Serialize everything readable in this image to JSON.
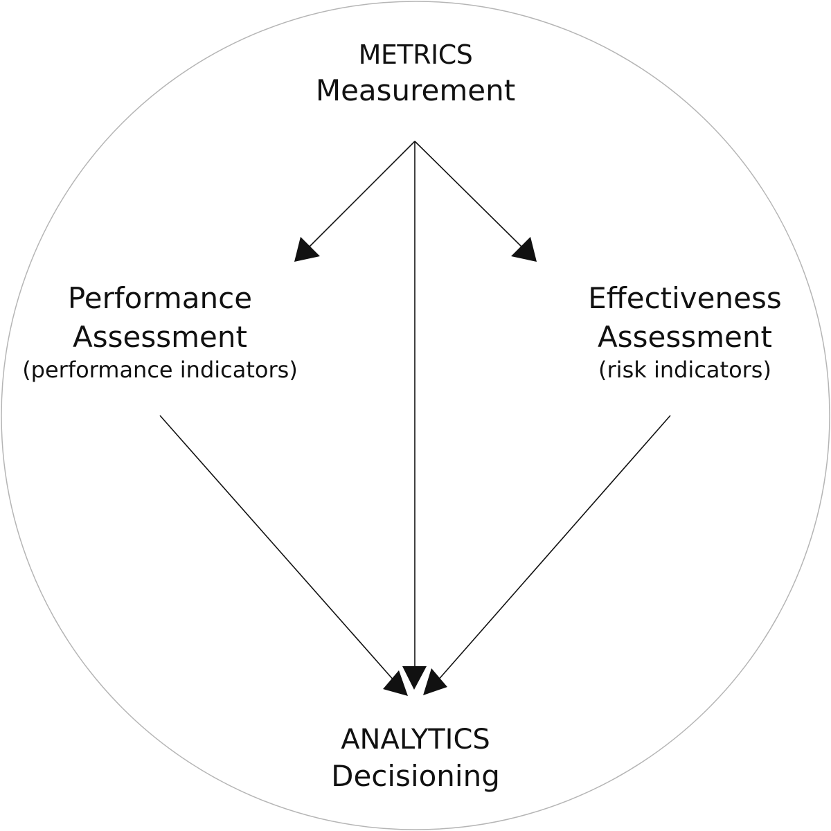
{
  "nodes": {
    "metrics": {
      "title": "METRICS",
      "subtitle": "Measurement"
    },
    "performance": {
      "title": "Performance",
      "subtitle": "Assessment",
      "note": "(performance indicators)"
    },
    "effectiveness": {
      "title": "Effectiveness",
      "subtitle": "Assessment",
      "note": "(risk indicators)"
    },
    "analytics": {
      "title": "ANALYTICS",
      "subtitle": "Decisioning"
    }
  },
  "edges": [
    {
      "from": "metrics",
      "to": "performance"
    },
    {
      "from": "metrics",
      "to": "effectiveness"
    },
    {
      "from": "metrics",
      "to": "analytics"
    },
    {
      "from": "performance",
      "to": "analytics"
    },
    {
      "from": "effectiveness",
      "to": "analytics"
    }
  ],
  "colors": {
    "circle_stroke": "#b5b5b5",
    "line": "#111111",
    "text": "#111111",
    "background": "#ffffff"
  }
}
